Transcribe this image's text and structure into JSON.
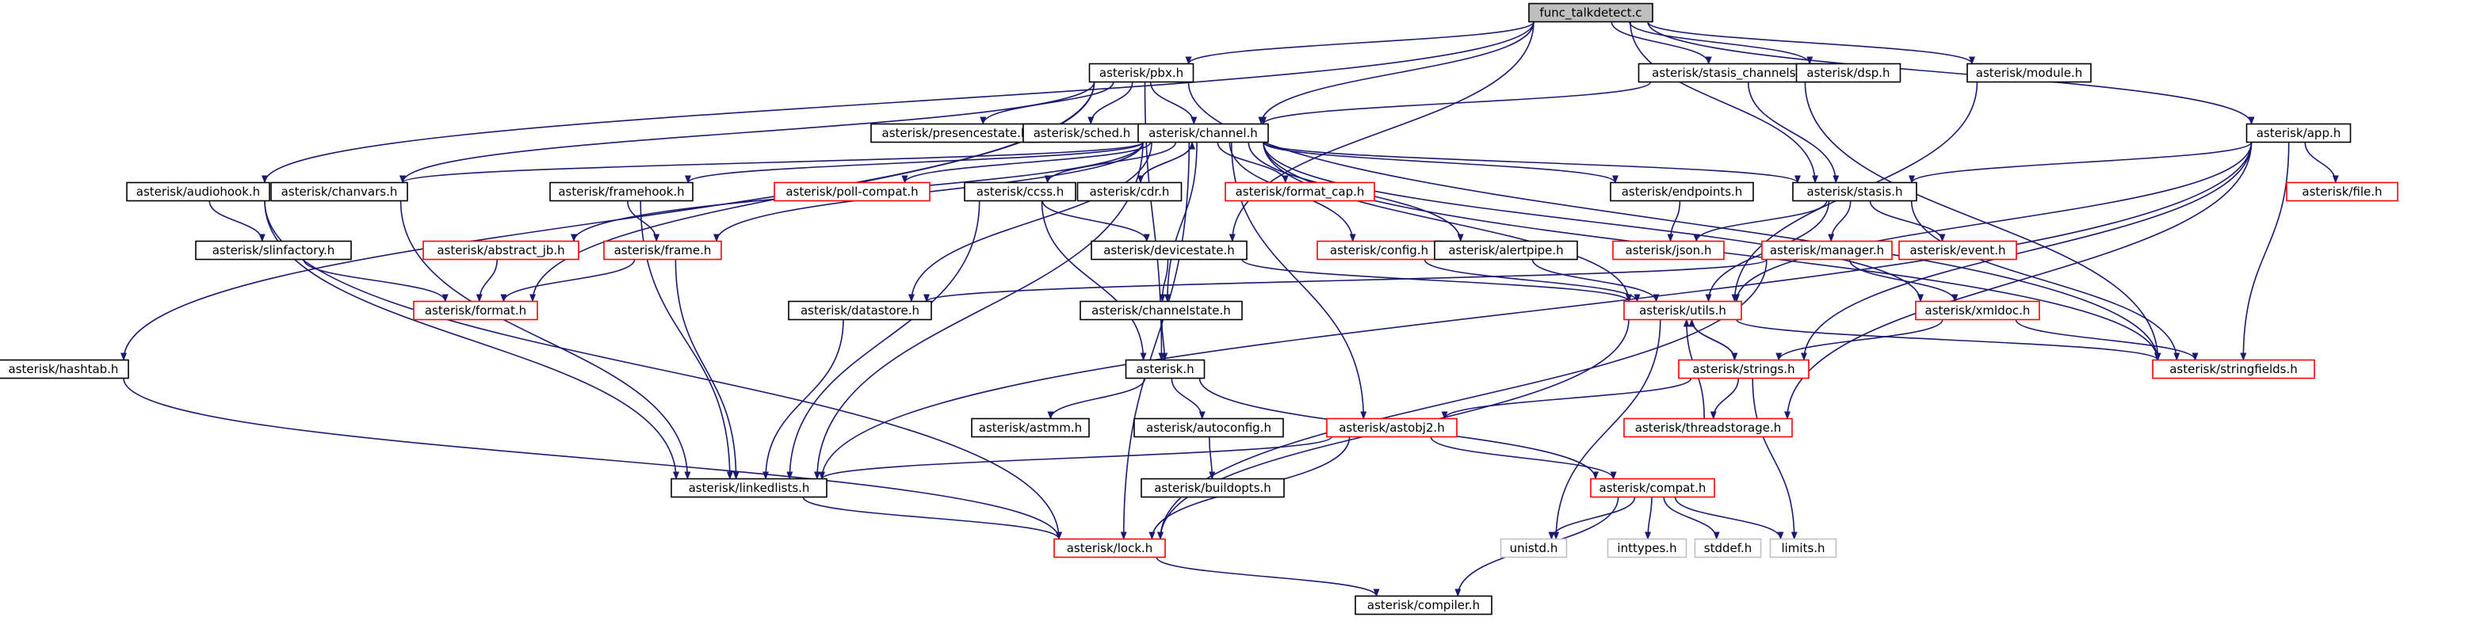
{
  "graph": {
    "nodes": [
      {
        "id": "root",
        "label": "func_talkdetect.c",
        "style": "root"
      },
      {
        "id": "pbx",
        "label": "asterisk/pbx.h",
        "style": "normal"
      },
      {
        "id": "stasis_channels",
        "label": "asterisk/stasis_channels.h",
        "style": "normal"
      },
      {
        "id": "dsp",
        "label": "asterisk/dsp.h",
        "style": "normal"
      },
      {
        "id": "module",
        "label": "asterisk/module.h",
        "style": "normal"
      },
      {
        "id": "app",
        "label": "asterisk/app.h",
        "style": "normal"
      },
      {
        "id": "presencestate",
        "label": "asterisk/presencestate.h",
        "style": "normal"
      },
      {
        "id": "sched",
        "label": "asterisk/sched.h",
        "style": "normal"
      },
      {
        "id": "channel",
        "label": "asterisk/channel.h",
        "style": "normal"
      },
      {
        "id": "audiohook",
        "label": "asterisk/audiohook.h",
        "style": "normal"
      },
      {
        "id": "chanvars",
        "label": "asterisk/chanvars.h",
        "style": "normal"
      },
      {
        "id": "framehook",
        "label": "asterisk/framehook.h",
        "style": "normal"
      },
      {
        "id": "poll_compat",
        "label": "asterisk/poll-compat.h",
        "style": "red"
      },
      {
        "id": "ccss",
        "label": "asterisk/ccss.h",
        "style": "normal"
      },
      {
        "id": "cdr",
        "label": "asterisk/cdr.h",
        "style": "normal"
      },
      {
        "id": "format_cap",
        "label": "asterisk/format_cap.h",
        "style": "red"
      },
      {
        "id": "endpoints",
        "label": "asterisk/endpoints.h",
        "style": "normal"
      },
      {
        "id": "stasis",
        "label": "asterisk/stasis.h",
        "style": "normal"
      },
      {
        "id": "file",
        "label": "asterisk/file.h",
        "style": "red"
      },
      {
        "id": "slinfactory",
        "label": "asterisk/slinfactory.h",
        "style": "normal"
      },
      {
        "id": "abstract_jb",
        "label": "asterisk/abstract_jb.h",
        "style": "red"
      },
      {
        "id": "frame",
        "label": "asterisk/frame.h",
        "style": "red"
      },
      {
        "id": "devicestate",
        "label": "asterisk/devicestate.h",
        "style": "normal"
      },
      {
        "id": "config",
        "label": "asterisk/config.h",
        "style": "red"
      },
      {
        "id": "alertpipe",
        "label": "asterisk/alertpipe.h",
        "style": "normal"
      },
      {
        "id": "json",
        "label": "asterisk/json.h",
        "style": "red"
      },
      {
        "id": "manager",
        "label": "asterisk/manager.h",
        "style": "red"
      },
      {
        "id": "event",
        "label": "asterisk/event.h",
        "style": "red"
      },
      {
        "id": "format",
        "label": "asterisk/format.h",
        "style": "red"
      },
      {
        "id": "datastore",
        "label": "asterisk/datastore.h",
        "style": "normal"
      },
      {
        "id": "channelstate",
        "label": "asterisk/channelstate.h",
        "style": "normal"
      },
      {
        "id": "utils",
        "label": "asterisk/utils.h",
        "style": "red"
      },
      {
        "id": "xmldoc",
        "label": "asterisk/xmldoc.h",
        "style": "red"
      },
      {
        "id": "hashtab",
        "label": "asterisk/hashtab.h",
        "style": "normal"
      },
      {
        "id": "asterisk",
        "label": "asterisk.h",
        "style": "normal"
      },
      {
        "id": "strings",
        "label": "asterisk/strings.h",
        "style": "red"
      },
      {
        "id": "stringfields",
        "label": "asterisk/stringfields.h",
        "style": "red"
      },
      {
        "id": "astmm",
        "label": "asterisk/astmm.h",
        "style": "normal"
      },
      {
        "id": "autoconfig",
        "label": "asterisk/autoconfig.h",
        "style": "normal"
      },
      {
        "id": "astobj2",
        "label": "asterisk/astobj2.h",
        "style": "red"
      },
      {
        "id": "threadstorage",
        "label": "asterisk/threadstorage.h",
        "style": "red"
      },
      {
        "id": "linkedlists",
        "label": "asterisk/linkedlists.h",
        "style": "normal"
      },
      {
        "id": "buildopts",
        "label": "asterisk/buildopts.h",
        "style": "normal"
      },
      {
        "id": "compat",
        "label": "asterisk/compat.h",
        "style": "red"
      },
      {
        "id": "lock",
        "label": "asterisk/lock.h",
        "style": "red"
      },
      {
        "id": "unistd",
        "label": "unistd.h",
        "style": "gray"
      },
      {
        "id": "inttypes",
        "label": "inttypes.h",
        "style": "gray"
      },
      {
        "id": "stddef",
        "label": "stddef.h",
        "style": "gray"
      },
      {
        "id": "limits",
        "label": "limits.h",
        "style": "gray"
      },
      {
        "id": "compiler",
        "label": "asterisk/compiler.h",
        "style": "normal"
      }
    ],
    "edges": [
      [
        "root",
        "pbx"
      ],
      [
        "root",
        "stasis_channels"
      ],
      [
        "root",
        "dsp"
      ],
      [
        "root",
        "module"
      ],
      [
        "root",
        "app"
      ],
      [
        "root",
        "channel"
      ],
      [
        "root",
        "audiohook"
      ],
      [
        "root",
        "stasis"
      ],
      [
        "root",
        "devicestate"
      ],
      [
        "pbx",
        "presencestate"
      ],
      [
        "pbx",
        "sched"
      ],
      [
        "pbx",
        "channel"
      ],
      [
        "pbx",
        "chanvars"
      ],
      [
        "pbx",
        "hashtab"
      ],
      [
        "pbx",
        "format"
      ],
      [
        "pbx",
        "asterisk"
      ],
      [
        "pbx",
        "stringfields"
      ],
      [
        "stasis_channels",
        "channel"
      ],
      [
        "stasis_channels",
        "stasis"
      ],
      [
        "stasis_channels",
        "stringfields"
      ],
      [
        "module",
        "utils"
      ],
      [
        "app",
        "stasis"
      ],
      [
        "app",
        "file"
      ],
      [
        "app",
        "utils"
      ],
      [
        "app",
        "strings"
      ],
      [
        "app",
        "stringfields"
      ],
      [
        "app",
        "threadstorage"
      ],
      [
        "app",
        "linkedlists"
      ],
      [
        "channel",
        "chanvars"
      ],
      [
        "channel",
        "framehook"
      ],
      [
        "channel",
        "poll_compat"
      ],
      [
        "channel",
        "ccss"
      ],
      [
        "channel",
        "cdr"
      ],
      [
        "channel",
        "format_cap"
      ],
      [
        "channel",
        "endpoints"
      ],
      [
        "channel",
        "stasis"
      ],
      [
        "channel",
        "abstract_jb"
      ],
      [
        "channel",
        "frame"
      ],
      [
        "channel",
        "config"
      ],
      [
        "channel",
        "alertpipe"
      ],
      [
        "channel",
        "datastore"
      ],
      [
        "channel",
        "channelstate"
      ],
      [
        "channel",
        "utils"
      ],
      [
        "channel",
        "linkedlists"
      ],
      [
        "channel",
        "lock"
      ],
      [
        "channel",
        "xmldoc"
      ],
      [
        "channel",
        "astobj2"
      ],
      [
        "channel",
        "stringfields"
      ],
      [
        "cdr",
        "channel"
      ],
      [
        "audiohook",
        "slinfactory"
      ],
      [
        "audiohook",
        "linkedlists"
      ],
      [
        "audiohook",
        "lock"
      ],
      [
        "chanvars",
        "linkedlists"
      ],
      [
        "framehook",
        "frame"
      ],
      [
        "framehook",
        "linkedlists"
      ],
      [
        "ccss",
        "devicestate"
      ],
      [
        "ccss",
        "asterisk"
      ],
      [
        "ccss",
        "linkedlists"
      ],
      [
        "endpoints",
        "json"
      ],
      [
        "stasis",
        "json"
      ],
      [
        "stasis",
        "manager"
      ],
      [
        "stasis",
        "event"
      ],
      [
        "stasis",
        "utils"
      ],
      [
        "stasis",
        "stringfields"
      ],
      [
        "slinfactory",
        "format"
      ],
      [
        "abstract_jb",
        "format"
      ],
      [
        "frame",
        "format"
      ],
      [
        "frame",
        "linkedlists"
      ],
      [
        "devicestate",
        "channelstate"
      ],
      [
        "devicestate",
        "utils"
      ],
      [
        "config",
        "utils"
      ],
      [
        "alertpipe",
        "utils"
      ],
      [
        "manager",
        "datastore"
      ],
      [
        "manager",
        "xmldoc"
      ],
      [
        "manager",
        "lock"
      ],
      [
        "datastore",
        "linkedlists"
      ],
      [
        "channelstate",
        "asterisk"
      ],
      [
        "utils",
        "unistd"
      ],
      [
        "utils",
        "lock"
      ],
      [
        "utils",
        "strings"
      ],
      [
        "utils",
        "stringfields"
      ],
      [
        "xmldoc",
        "strings"
      ],
      [
        "xmldoc",
        "stringfields"
      ],
      [
        "hashtab",
        "lock"
      ],
      [
        "asterisk",
        "astmm"
      ],
      [
        "asterisk",
        "autoconfig"
      ],
      [
        "asterisk",
        "compat"
      ],
      [
        "strings",
        "utils"
      ],
      [
        "strings",
        "astobj2"
      ],
      [
        "strings",
        "threadstorage"
      ],
      [
        "strings",
        "limits"
      ],
      [
        "autoconfig",
        "buildopts"
      ],
      [
        "astobj2",
        "linkedlists"
      ],
      [
        "astobj2",
        "lock"
      ],
      [
        "astobj2",
        "compat"
      ],
      [
        "threadstorage",
        "utils"
      ],
      [
        "linkedlists",
        "lock"
      ],
      [
        "compat",
        "unistd"
      ],
      [
        "compat",
        "inttypes"
      ],
      [
        "compat",
        "stddef"
      ],
      [
        "compat",
        "limits"
      ],
      [
        "compat",
        "compiler"
      ],
      [
        "lock",
        "compiler"
      ]
    ]
  }
}
